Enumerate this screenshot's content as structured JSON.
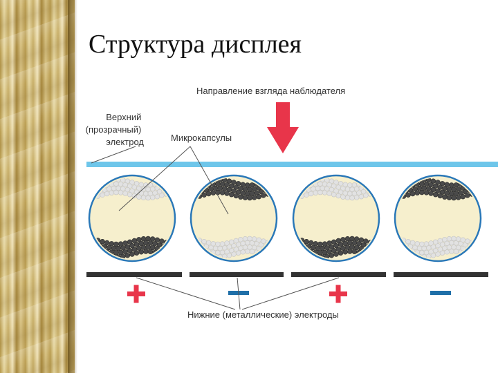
{
  "slide": {
    "title": "Структура дисплея"
  },
  "diagram": {
    "viewer_direction_label": "Направление взгляда наблюдателя",
    "top_electrode_label": [
      "Верхний",
      "(прозрачный)",
      "электрод"
    ],
    "microcapsules_label": "Микрокапсулы",
    "bottom_electrodes_label": "Нижние (металлические) электроды",
    "polarities": [
      "+",
      "−",
      "+",
      "−"
    ],
    "colors": {
      "arrow": "#e8354a",
      "top_electrode": "#6ec6ea",
      "bottom_electrode": "#333333",
      "plus": "#e8354a",
      "minus": "#1f6fa8",
      "capsule_fluid": "#f6efcd",
      "capsule_border": "#2a78b8",
      "dark_particle": "#4a4a4a",
      "white_particle": "#e2e2e2"
    }
  }
}
